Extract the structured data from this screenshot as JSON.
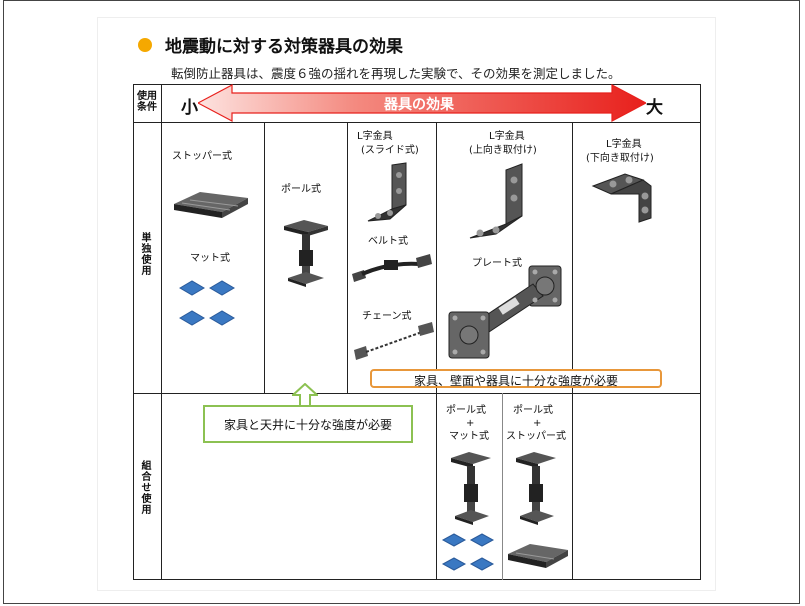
{
  "heading": {
    "title": "地震動に対する対策器具の効果",
    "subtitle": "転倒防止器具は、震度６強の揺れを再現した実験で、その効果を測定しました。"
  },
  "table": {
    "conditions_label": "使用条件",
    "row_single": "単独使用",
    "row_combo": "組合せ使用",
    "small_label": "小",
    "large_label": "大",
    "effect_label": "器具の効果"
  },
  "devices": {
    "stopper": "ストッパー式",
    "mat": "マット式",
    "pole": "ポール式",
    "l_slide_1": "L字金具",
    "l_slide_2": "(スライド式)",
    "belt": "ベルト式",
    "chain": "チェーン式",
    "l_up_1": "L字金具",
    "l_up_2": "(上向き取付け)",
    "plate": "プレート式",
    "l_down_1": "L字金具",
    "l_down_2": "(下向き取付け)",
    "combo1_a": "ポール式",
    "combo1_plus": "+",
    "combo1_b": "マット式",
    "combo2_a": "ポール式",
    "combo2_plus": "+",
    "combo2_b": "ストッパー式"
  },
  "notes": {
    "orange": "家具、壁面や器具に十分な強度が必要",
    "green": "家具と天井に十分な強度が必要"
  },
  "colors": {
    "bullet": "#f5a800",
    "arrow_red": "#e8201c",
    "note_orange": "#e8973a",
    "note_green": "#8cc152",
    "mat_blue": "#3a78c2"
  }
}
